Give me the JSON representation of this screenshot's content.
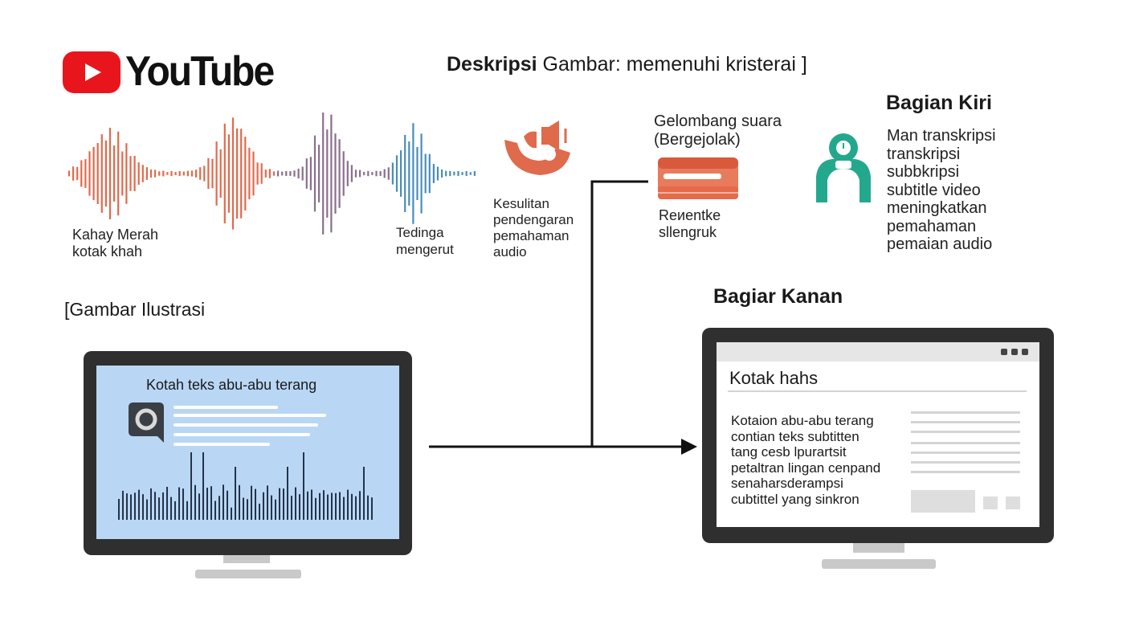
{
  "header": {
    "logo_text": "YouTube",
    "title": "Deskripsi",
    "title_rest": " Gambar: memenuhi kristerai ]"
  },
  "waveform_labels": {
    "left": "Kahay Merah\nkotak khah",
    "middle": "Tedinga\nmengerut"
  },
  "hearing": {
    "icon": "ear-sound-icon",
    "label": "Kesulitan\npendengaran\npemahaman\naudio"
  },
  "sound_wave": {
    "title": "Gelombang suara\n(Bergejolak)",
    "label": "Rеиentke\nsllengruk"
  },
  "left_section": {
    "heading": "Bagian Kiri",
    "icon": "person-headset-icon",
    "text": "Man transkripsi\ntranskripsi\nsubbkripsi\nsubtitle video\nmeningkatkan\npemahaman\npemaian audio"
  },
  "illustration_label": "[Gambar Ilustrasi",
  "left_monitor": {
    "screen_title": "Kotah teks abu-abu terang"
  },
  "right_monitor": {
    "heading": "Bagiar Kanan",
    "box_title": "Kotak hahs",
    "box_text": "Kotaion abu-abu terang\ncontian teks subtitten\ntang cesb lpurartsit\npetaltran lingan cenpand\nsenaharsderampsi\ncubtittel yang sinkron"
  },
  "colors": {
    "youtube_red": "#e8161c",
    "wave_orange": "#e06a4c",
    "wave_purple": "#8a6f8c",
    "wave_blue": "#4a8db8",
    "teal": "#23a88e",
    "screen_blue": "#b9d7f5",
    "monitor_frame": "#2f2f2f"
  }
}
